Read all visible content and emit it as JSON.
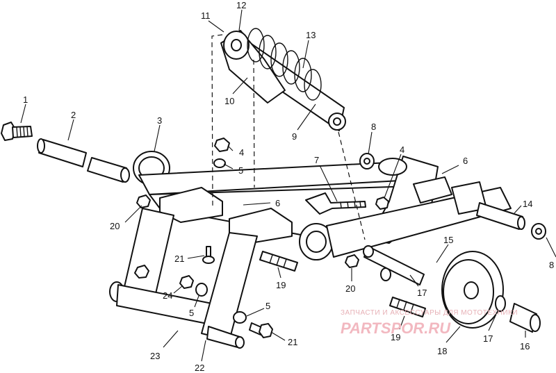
{
  "diagram": {
    "callouts": [
      "1",
      "2",
      "3",
      "4",
      "5",
      "6",
      "7",
      "8",
      "9",
      "10",
      "11",
      "12",
      "13",
      "14",
      "15",
      "16",
      "17",
      "18",
      "19",
      "20",
      "21",
      "22",
      "23",
      "24"
    ],
    "watermark_text": "ЗАПЧАСТИ И АКСЕССУАРЫ ДЛЯ МОТОТЕХНИКИ",
    "watermark_logo": "PARTSPOR.RU"
  }
}
